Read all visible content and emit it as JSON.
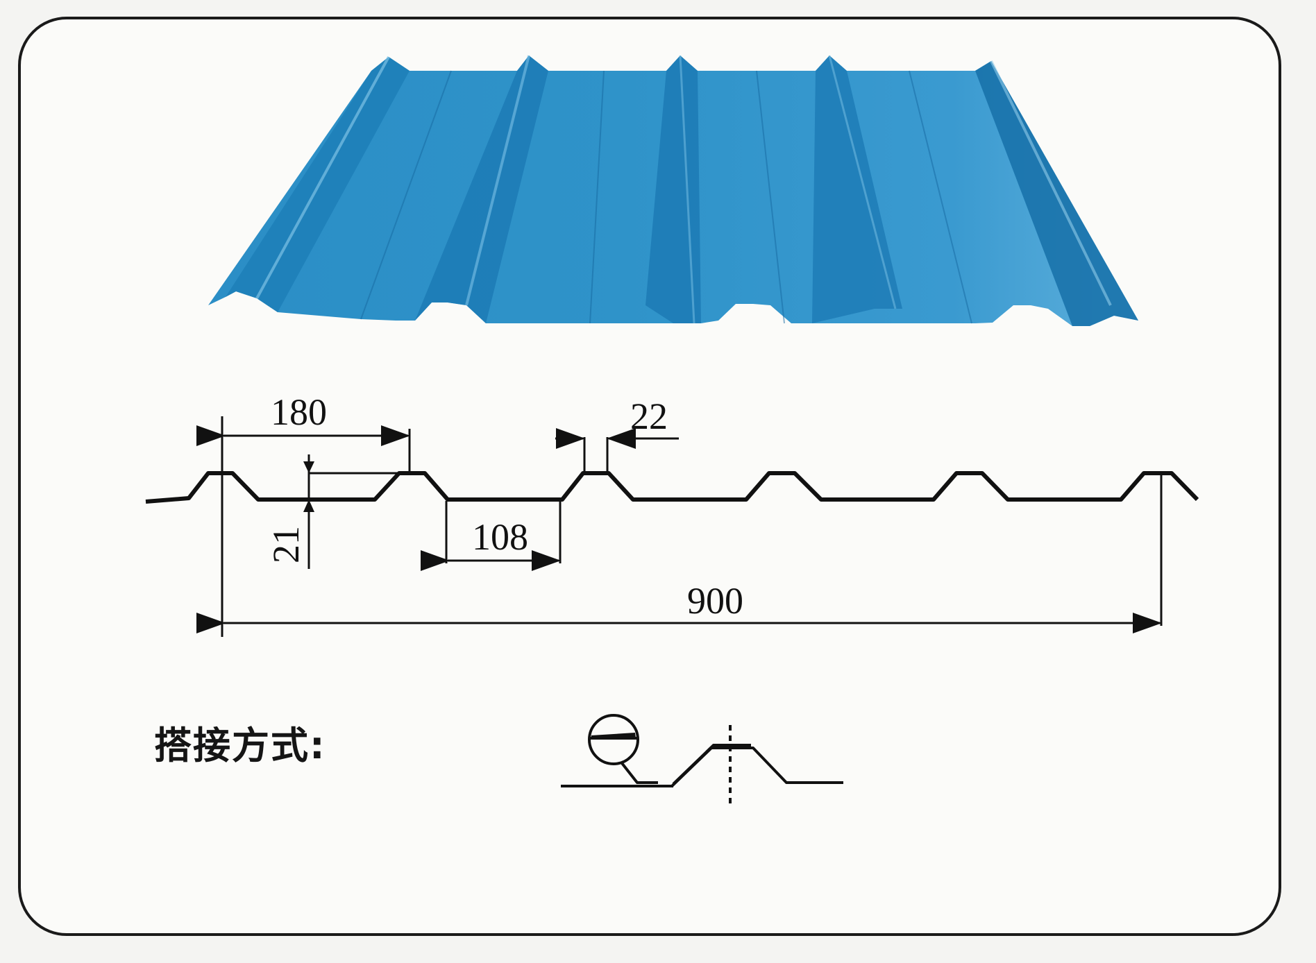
{
  "colors": {
    "sheet_main": "#2a8fc6",
    "sheet_dark": "#1470a8",
    "sheet_light": "#5aaedb",
    "line": "#111111",
    "frame": "#1a1a1a",
    "background": "#fbfbf9"
  },
  "product_image": {
    "icon": "corrugated-roof-sheet-icon"
  },
  "profile_drawing": {
    "dimensions": {
      "rib_pitch": "180",
      "rib_top_width": "22",
      "rib_height": "21",
      "trough_width": "108",
      "cover_width": "900"
    }
  },
  "lap_method": {
    "label": "搭接方式:",
    "icon": "lap-joint-detail-icon"
  }
}
